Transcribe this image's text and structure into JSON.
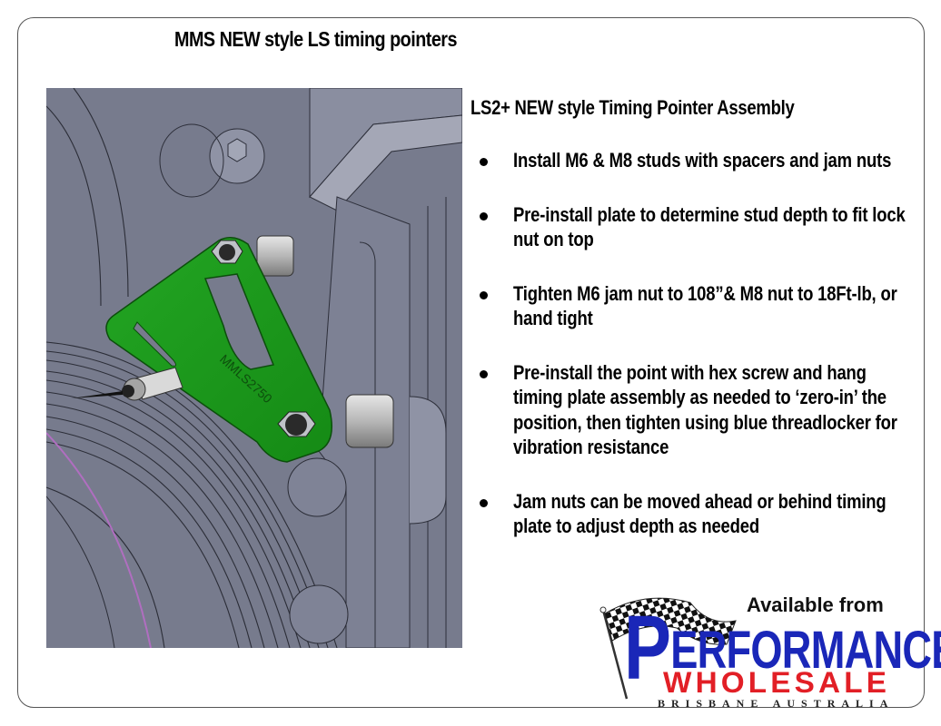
{
  "page": {
    "title": "MMS NEW style LS timing pointers",
    "border_color": "#555555",
    "background": "#ffffff"
  },
  "figure": {
    "description": "CAD render of LS engine timing cover with green timing pointer plate",
    "plate_color": "#1d9a1d",
    "engine_color": "#777b8d",
    "part_number": "MMLS2750"
  },
  "instructions": {
    "heading": "LS2+ NEW style Timing Pointer Assembly",
    "bullets": [
      "Install M6 & M8 studs with spacers and jam nuts",
      "Pre-install plate to determine stud depth to fit lock nut on top",
      "Tighten M6 jam nut to 108”& M8 nut to 18Ft-lb, or hand tight",
      "Pre-install the point with hex screw and hang timing plate assembly as needed to ‘zero-in’ the position, then tighten using blue threadlocker for vibration resistance",
      "Jam nuts can be moved ahead or behind timing plate to adjust depth as needed"
    ]
  },
  "logo": {
    "available_from": "Available from",
    "brand_line1_first": "P",
    "brand_line1_rest": "ERFORMANCE",
    "brand_line2": "WHOLESALE",
    "brand_line3": "BRISBANE AUSTRALIA",
    "icon": "checkered-flag-icon",
    "colors": {
      "blue": "#1a27b8",
      "red": "#e21f26"
    }
  }
}
